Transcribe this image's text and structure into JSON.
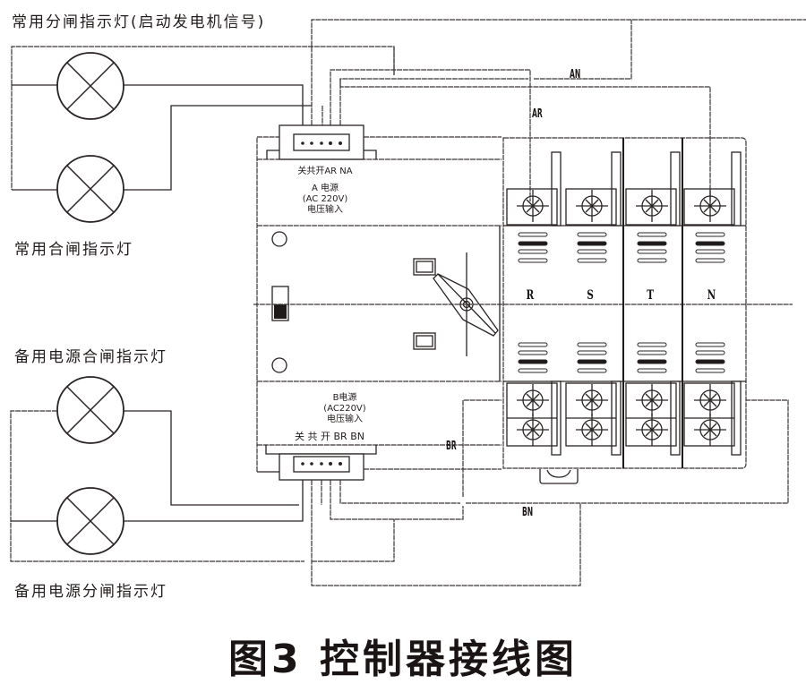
{
  "figure": {
    "title": "图3 控制器接线图"
  },
  "lamps": [
    {
      "id": "normal-open",
      "label": "常用分闸指示灯(启动发电机信号)"
    },
    {
      "id": "normal-close",
      "label": "常用合闸指示灯"
    },
    {
      "id": "backup-close",
      "label": "备用电源合闸指示灯"
    },
    {
      "id": "backup-open",
      "label": "备用电源分闸指示灯"
    }
  ],
  "connector_a": {
    "terminals": "关共开AR  NA",
    "caption_line1": "A 电源",
    "caption_line2": "(AC 220V)",
    "caption_line3": "电压输入"
  },
  "connector_b": {
    "caption_line1": "B电源",
    "caption_line2": "(AC220V)",
    "caption_line3": "电压输入",
    "terminals": "关 共 开 BR BN"
  },
  "wire_labels": {
    "an": "AN",
    "ar": "AR",
    "br": "BR",
    "bn": "BN"
  },
  "phases": [
    "R",
    "S",
    "T",
    "N"
  ]
}
